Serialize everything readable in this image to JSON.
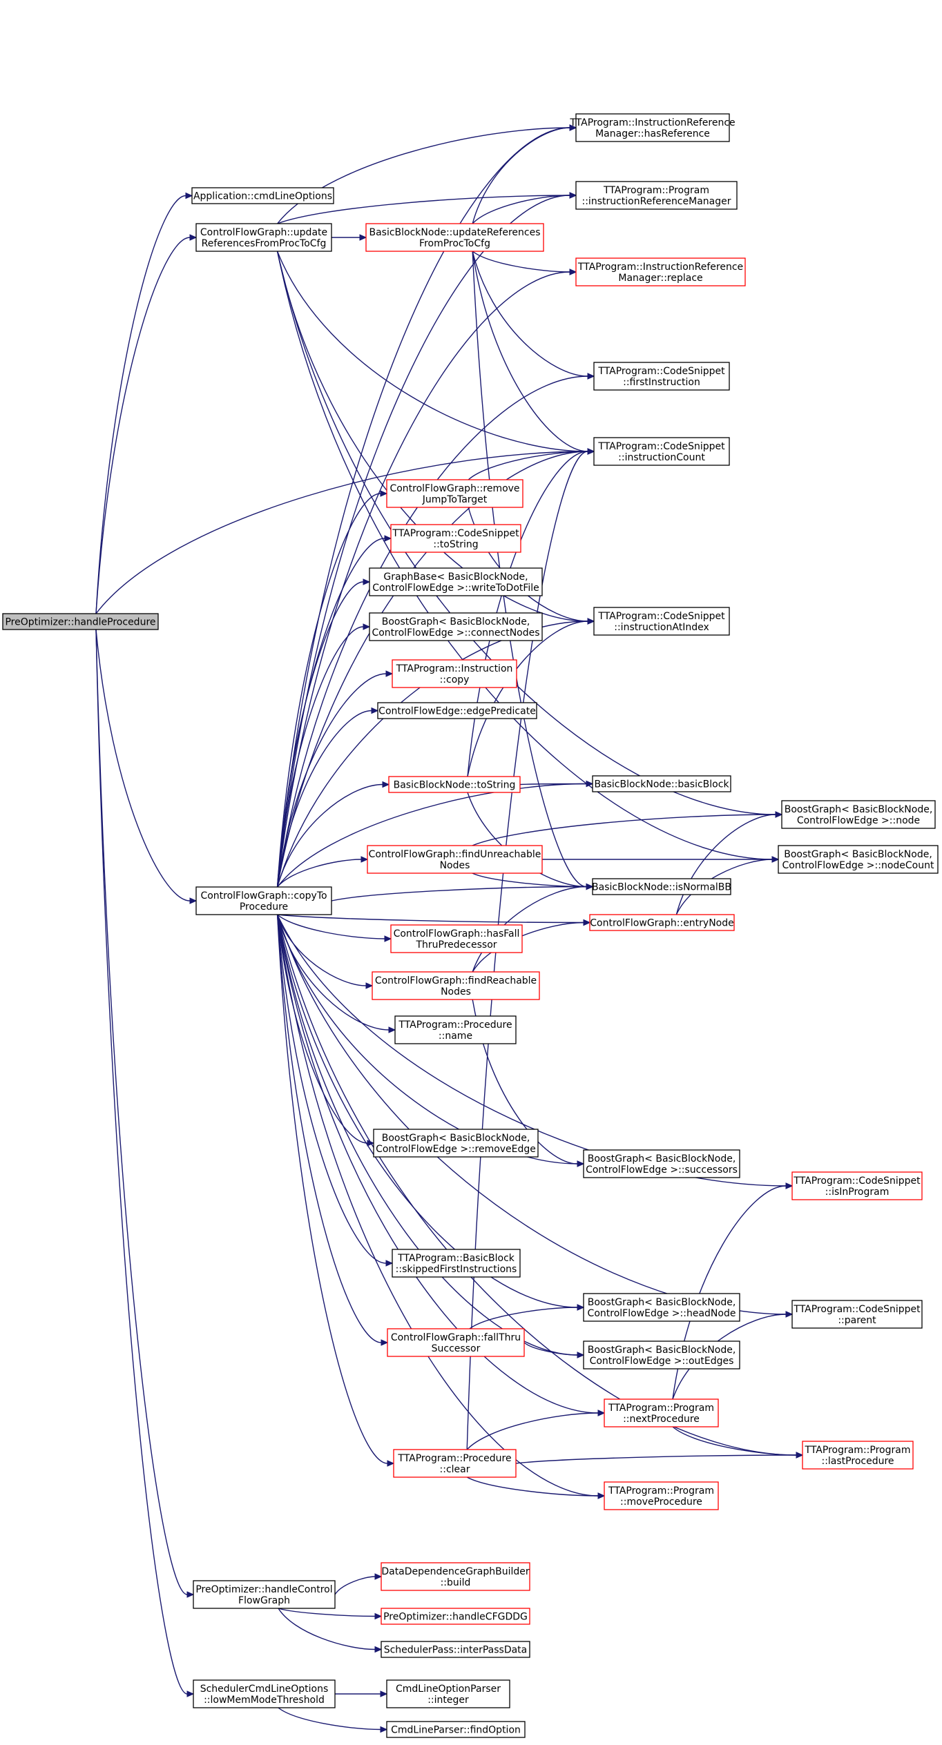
{
  "colors": {
    "edge": "#191970",
    "node_border_default": "#000000",
    "node_border_incomplete": "#ff0000",
    "node_fill_root": "#bfbfbf",
    "node_fill_default": "#ffffff"
  },
  "nodes": [
    {
      "id": "root",
      "lines": [
        "PreOptimizer::handleProcedure"
      ],
      "type": "root"
    },
    {
      "id": "cmd",
      "lines": [
        "Application::cmdLineOptions"
      ],
      "type": "normal"
    },
    {
      "id": "cfgupd",
      "lines": [
        "ControlFlowGraph::update",
        "ReferencesFromProcToCfg"
      ],
      "type": "normal"
    },
    {
      "id": "bbupd",
      "lines": [
        "BasicBlockNode::updateReferences",
        "FromProcToCfg"
      ],
      "type": "red"
    },
    {
      "id": "hasref",
      "lines": [
        "TTAProgram::InstructionReference",
        "Manager::hasReference"
      ],
      "type": "normal"
    },
    {
      "id": "irm",
      "lines": [
        "TTAProgram::Program",
        "::instructionReferenceManager"
      ],
      "type": "normal"
    },
    {
      "id": "replace",
      "lines": [
        "TTAProgram::InstructionReference",
        "Manager::replace"
      ],
      "type": "red"
    },
    {
      "id": "first",
      "lines": [
        "TTAProgram::CodeSnippet",
        "::firstInstruction"
      ],
      "type": "normal"
    },
    {
      "id": "icount",
      "lines": [
        "TTAProgram::CodeSnippet",
        "::instructionCount"
      ],
      "type": "normal"
    },
    {
      "id": "rmjump",
      "lines": [
        "ControlFlowGraph::remove",
        "JumpToTarget"
      ],
      "type": "red"
    },
    {
      "id": "tostring",
      "lines": [
        "TTAProgram::CodeSnippet",
        "::toString"
      ],
      "type": "red"
    },
    {
      "id": "dotfile",
      "lines": [
        "GraphBase< BasicBlockNode,",
        "ControlFlowEdge >::writeToDotFile"
      ],
      "type": "normal"
    },
    {
      "id": "connect",
      "lines": [
        "BoostGraph< BasicBlockNode,",
        "ControlFlowEdge >::connectNodes"
      ],
      "type": "normal"
    },
    {
      "id": "iatidx",
      "lines": [
        "TTAProgram::CodeSnippet",
        "::instructionAtIndex"
      ],
      "type": "normal"
    },
    {
      "id": "icopy",
      "lines": [
        "TTAProgram::Instruction",
        "::copy"
      ],
      "type": "red"
    },
    {
      "id": "edgepred",
      "lines": [
        "ControlFlowEdge::edgePredicate"
      ],
      "type": "normal"
    },
    {
      "id": "bbntos",
      "lines": [
        "BasicBlockNode::toString"
      ],
      "type": "red"
    },
    {
      "id": "bblock",
      "lines": [
        "BasicBlockNode::basicBlock"
      ],
      "type": "normal"
    },
    {
      "id": "bgnode",
      "lines": [
        "BoostGraph< BasicBlockNode,",
        "ControlFlowEdge >::node"
      ],
      "type": "normal"
    },
    {
      "id": "findunr",
      "lines": [
        "ControlFlowGraph::findUnreachable",
        "Nodes"
      ],
      "type": "red"
    },
    {
      "id": "nodecount",
      "lines": [
        "BoostGraph< BasicBlockNode,",
        "ControlFlowEdge >::nodeCount"
      ],
      "type": "normal"
    },
    {
      "id": "copyto",
      "lines": [
        "ControlFlowGraph::copyTo",
        "Procedure"
      ],
      "type": "normal"
    },
    {
      "id": "isnormal",
      "lines": [
        "BasicBlockNode::isNormalBB"
      ],
      "type": "normal"
    },
    {
      "id": "entry",
      "lines": [
        "ControlFlowGraph::entryNode"
      ],
      "type": "red"
    },
    {
      "id": "hasfall",
      "lines": [
        "ControlFlowGraph::hasFall",
        "ThruPredecessor"
      ],
      "type": "red"
    },
    {
      "id": "findreach",
      "lines": [
        "ControlFlowGraph::findReachable",
        "Nodes"
      ],
      "type": "red"
    },
    {
      "id": "pname",
      "lines": [
        "TTAProgram::Procedure",
        "::name"
      ],
      "type": "normal"
    },
    {
      "id": "rmedge",
      "lines": [
        "BoostGraph< BasicBlockNode,",
        "ControlFlowEdge >::removeEdge"
      ],
      "type": "normal"
    },
    {
      "id": "succ",
      "lines": [
        "BoostGraph< BasicBlockNode,",
        "ControlFlowEdge >::successors"
      ],
      "type": "normal"
    },
    {
      "id": "isinprog",
      "lines": [
        "TTAProgram::CodeSnippet",
        "::isInProgram"
      ],
      "type": "red"
    },
    {
      "id": "skipped",
      "lines": [
        "TTAProgram::BasicBlock",
        "::skippedFirstInstructions"
      ],
      "type": "normal"
    },
    {
      "id": "headnode",
      "lines": [
        "BoostGraph< BasicBlockNode,",
        "ControlFlowEdge >::headNode"
      ],
      "type": "normal"
    },
    {
      "id": "parent",
      "lines": [
        "TTAProgram::CodeSnippet",
        "::parent"
      ],
      "type": "normal"
    },
    {
      "id": "fallthru",
      "lines": [
        "ControlFlowGraph::fallThru",
        "Successor"
      ],
      "type": "red"
    },
    {
      "id": "outedges",
      "lines": [
        "BoostGraph< BasicBlockNode,",
        "ControlFlowEdge >::outEdges"
      ],
      "type": "normal"
    },
    {
      "id": "nextproc",
      "lines": [
        "TTAProgram::Program",
        "::nextProcedure"
      ],
      "type": "red"
    },
    {
      "id": "lastproc",
      "lines": [
        "TTAProgram::Program",
        "::lastProcedure"
      ],
      "type": "red"
    },
    {
      "id": "pclear",
      "lines": [
        "TTAProgram::Procedure",
        "::clear"
      ],
      "type": "red"
    },
    {
      "id": "moveproc",
      "lines": [
        "TTAProgram::Program",
        "::moveProcedure"
      ],
      "type": "red"
    },
    {
      "id": "ddgb",
      "lines": [
        "DataDependenceGraphBuilder",
        "::build"
      ],
      "type": "red"
    },
    {
      "id": "hcfg",
      "lines": [
        "PreOptimizer::handleControl",
        "FlowGraph"
      ],
      "type": "normal"
    },
    {
      "id": "hcfgddg",
      "lines": [
        "PreOptimizer::handleCFGDDG"
      ],
      "type": "red"
    },
    {
      "id": "interpass",
      "lines": [
        "SchedulerPass::interPassData"
      ],
      "type": "normal"
    },
    {
      "id": "lowmem",
      "lines": [
        "SchedulerCmdLineOptions",
        "::lowMemModeThreshold"
      ],
      "type": "normal"
    },
    {
      "id": "integer",
      "lines": [
        "CmdLineOptionParser",
        "::integer"
      ],
      "type": "normal"
    },
    {
      "id": "findopt",
      "lines": [
        "CmdLineParser::findOption"
      ],
      "type": "normal"
    }
  ],
  "edges": [
    [
      "root",
      "cmd"
    ],
    [
      "root",
      "cfgupd"
    ],
    [
      "root",
      "icount"
    ],
    [
      "root",
      "copyto"
    ],
    [
      "root",
      "hcfg"
    ],
    [
      "root",
      "lowmem"
    ],
    [
      "cfgupd",
      "bbupd"
    ],
    [
      "cfgupd",
      "hasref"
    ],
    [
      "cfgupd",
      "irm"
    ],
    [
      "cfgupd",
      "bgnode"
    ],
    [
      "cfgupd",
      "nodecount"
    ],
    [
      "cfgupd",
      "icount"
    ],
    [
      "cfgupd",
      "iatidx"
    ],
    [
      "bbupd",
      "hasref"
    ],
    [
      "bbupd",
      "irm"
    ],
    [
      "bbupd",
      "replace"
    ],
    [
      "bbupd",
      "first"
    ],
    [
      "bbupd",
      "icount"
    ],
    [
      "bbupd",
      "isnormal"
    ],
    [
      "rmjump",
      "icount"
    ],
    [
      "rmjump",
      "iatidx"
    ],
    [
      "bbntos",
      "icount"
    ],
    [
      "bbntos",
      "iatidx"
    ],
    [
      "bbntos",
      "bblock"
    ],
    [
      "bbntos",
      "isnormal"
    ],
    [
      "findunr",
      "bgnode"
    ],
    [
      "findunr",
      "nodecount"
    ],
    [
      "findunr",
      "isnormal"
    ],
    [
      "entry",
      "bgnode"
    ],
    [
      "entry",
      "nodecount"
    ],
    [
      "findreach",
      "entry"
    ],
    [
      "findreach",
      "isnormal"
    ],
    [
      "findreach",
      "succ"
    ],
    [
      "fallthru",
      "headnode"
    ],
    [
      "fallthru",
      "outedges"
    ],
    [
      "nextproc",
      "isinprog"
    ],
    [
      "nextproc",
      "parent"
    ],
    [
      "nextproc",
      "lastproc"
    ],
    [
      "pclear",
      "icount"
    ],
    [
      "pclear",
      "nextproc"
    ],
    [
      "pclear",
      "lastproc"
    ],
    [
      "pclear",
      "moveproc"
    ],
    [
      "copyto",
      "hasref"
    ],
    [
      "copyto",
      "irm"
    ],
    [
      "copyto",
      "replace"
    ],
    [
      "copyto",
      "first"
    ],
    [
      "copyto",
      "icount"
    ],
    [
      "copyto",
      "rmjump"
    ],
    [
      "copyto",
      "tostring"
    ],
    [
      "copyto",
      "dotfile"
    ],
    [
      "copyto",
      "connect"
    ],
    [
      "copyto",
      "iatidx"
    ],
    [
      "copyto",
      "icopy"
    ],
    [
      "copyto",
      "edgepred"
    ],
    [
      "copyto",
      "bbntos"
    ],
    [
      "copyto",
      "bblock"
    ],
    [
      "copyto",
      "findunr"
    ],
    [
      "copyto",
      "isnormal"
    ],
    [
      "copyto",
      "entry"
    ],
    [
      "copyto",
      "hasfall"
    ],
    [
      "copyto",
      "findreach"
    ],
    [
      "copyto",
      "pname"
    ],
    [
      "copyto",
      "rmedge"
    ],
    [
      "copyto",
      "succ"
    ],
    [
      "copyto",
      "isinprog"
    ],
    [
      "copyto",
      "skipped"
    ],
    [
      "copyto",
      "headnode"
    ],
    [
      "copyto",
      "parent"
    ],
    [
      "copyto",
      "fallthru"
    ],
    [
      "copyto",
      "outedges"
    ],
    [
      "copyto",
      "nextproc"
    ],
    [
      "copyto",
      "pclear"
    ],
    [
      "copyto",
      "moveproc"
    ],
    [
      "copyto",
      "lastproc"
    ],
    [
      "hcfg",
      "ddgb"
    ],
    [
      "hcfg",
      "hcfgddg"
    ],
    [
      "hcfg",
      "interpass"
    ],
    [
      "lowmem",
      "integer"
    ],
    [
      "lowmem",
      "findopt"
    ]
  ]
}
